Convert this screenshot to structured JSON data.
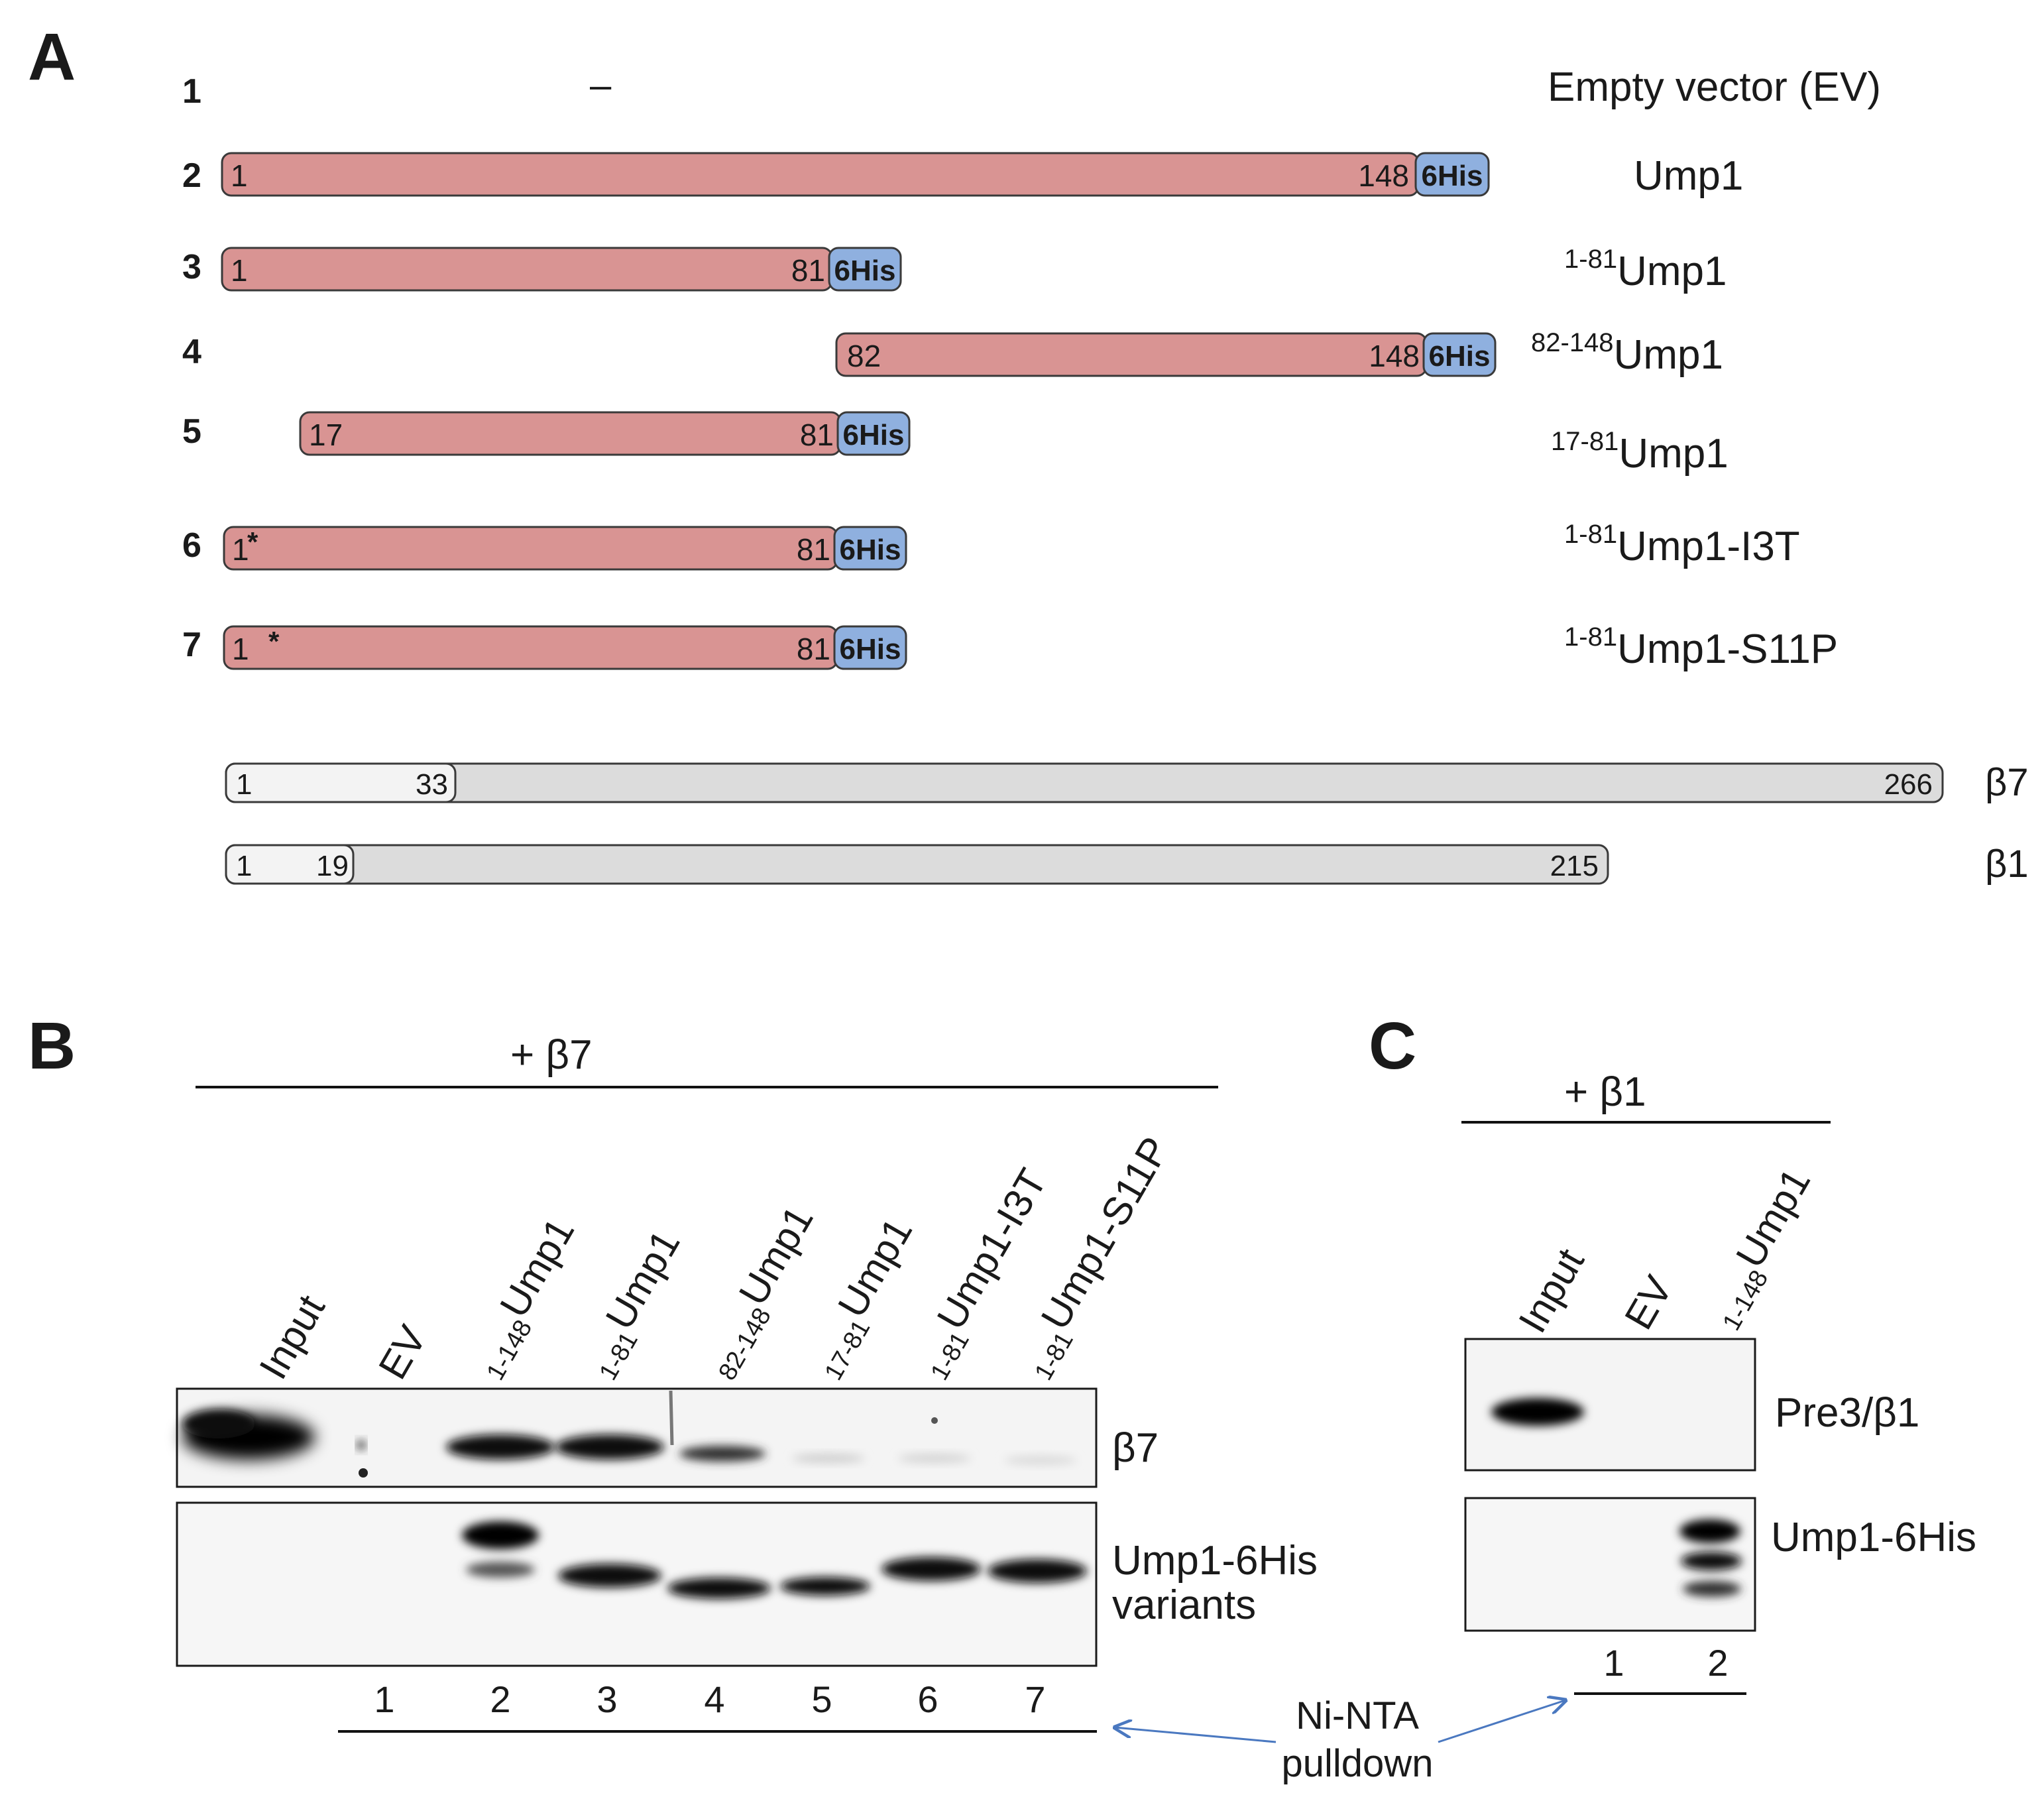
{
  "panel_a": {
    "label": "A",
    "rows": [
      {
        "num": "1",
        "dash": "–",
        "name": "Empty vector (EV)"
      },
      {
        "num": "2",
        "start": "1",
        "end": "148",
        "tag": "6His",
        "name": "Ump1"
      },
      {
        "num": "3",
        "start": "1",
        "end": "81",
        "tag": "6His",
        "sup": "1-81",
        "name": "Ump1"
      },
      {
        "num": "4",
        "start": "82",
        "end": "148",
        "tag": "6His",
        "sup": "82-148",
        "name": "Ump1"
      },
      {
        "num": "5",
        "start": "17",
        "end": "81",
        "tag": "6His",
        "sup": "17-81",
        "name": "Ump1"
      },
      {
        "num": "6",
        "start": "1",
        "mark": "*",
        "end": "81",
        "tag": "6His",
        "sup": "1-81",
        "name": "Ump1-I3T"
      },
      {
        "num": "7",
        "start": "1",
        "mark": "*",
        "end": "81",
        "tag": "6His",
        "sup": "1-81",
        "name": "Ump1-S11P"
      }
    ],
    "b7": {
      "start": "1",
      "pro": "33",
      "end": "266",
      "label": "β7"
    },
    "b1": {
      "start": "1",
      "pro": "19",
      "end": "215",
      "label": "β1"
    },
    "colors": {
      "ump1_bar": "#d99493",
      "his_tag": "#8fb0df",
      "propeptide": "#f3f3f3",
      "mature_subunit": "#dcdcdc"
    }
  },
  "panel_b": {
    "label": "B",
    "condition": "+ β7",
    "lanes": [
      "Input",
      "EV",
      "Ump1",
      "Ump1",
      "Ump1",
      "Ump1",
      "Ump1-I3T",
      "Ump1-S11P"
    ],
    "lanes_sup": [
      "",
      "",
      "1-148",
      "1-81",
      "82-148",
      "17-81",
      "1-81",
      "1-81"
    ],
    "blot_top_label": "β7",
    "blot_bottom_label_1": "Ump1-6His",
    "blot_bottom_label_2": "variants",
    "lane_numbers": [
      "1",
      "2",
      "3",
      "4",
      "5",
      "6",
      "7"
    ]
  },
  "panel_c": {
    "label": "C",
    "condition": "+ β1",
    "lanes": [
      "Input",
      "EV",
      "Ump1"
    ],
    "lanes_sup": [
      "",
      "",
      "1-148"
    ],
    "blot_top_label": "Pre3/β1",
    "blot_bottom_label": "Ump1-6His",
    "lane_numbers": [
      "1",
      "2"
    ]
  },
  "shared": {
    "pulldown_1": "Ni-NTA",
    "pulldown_2": "pulldown",
    "arrow_color": "#4a78c0"
  }
}
